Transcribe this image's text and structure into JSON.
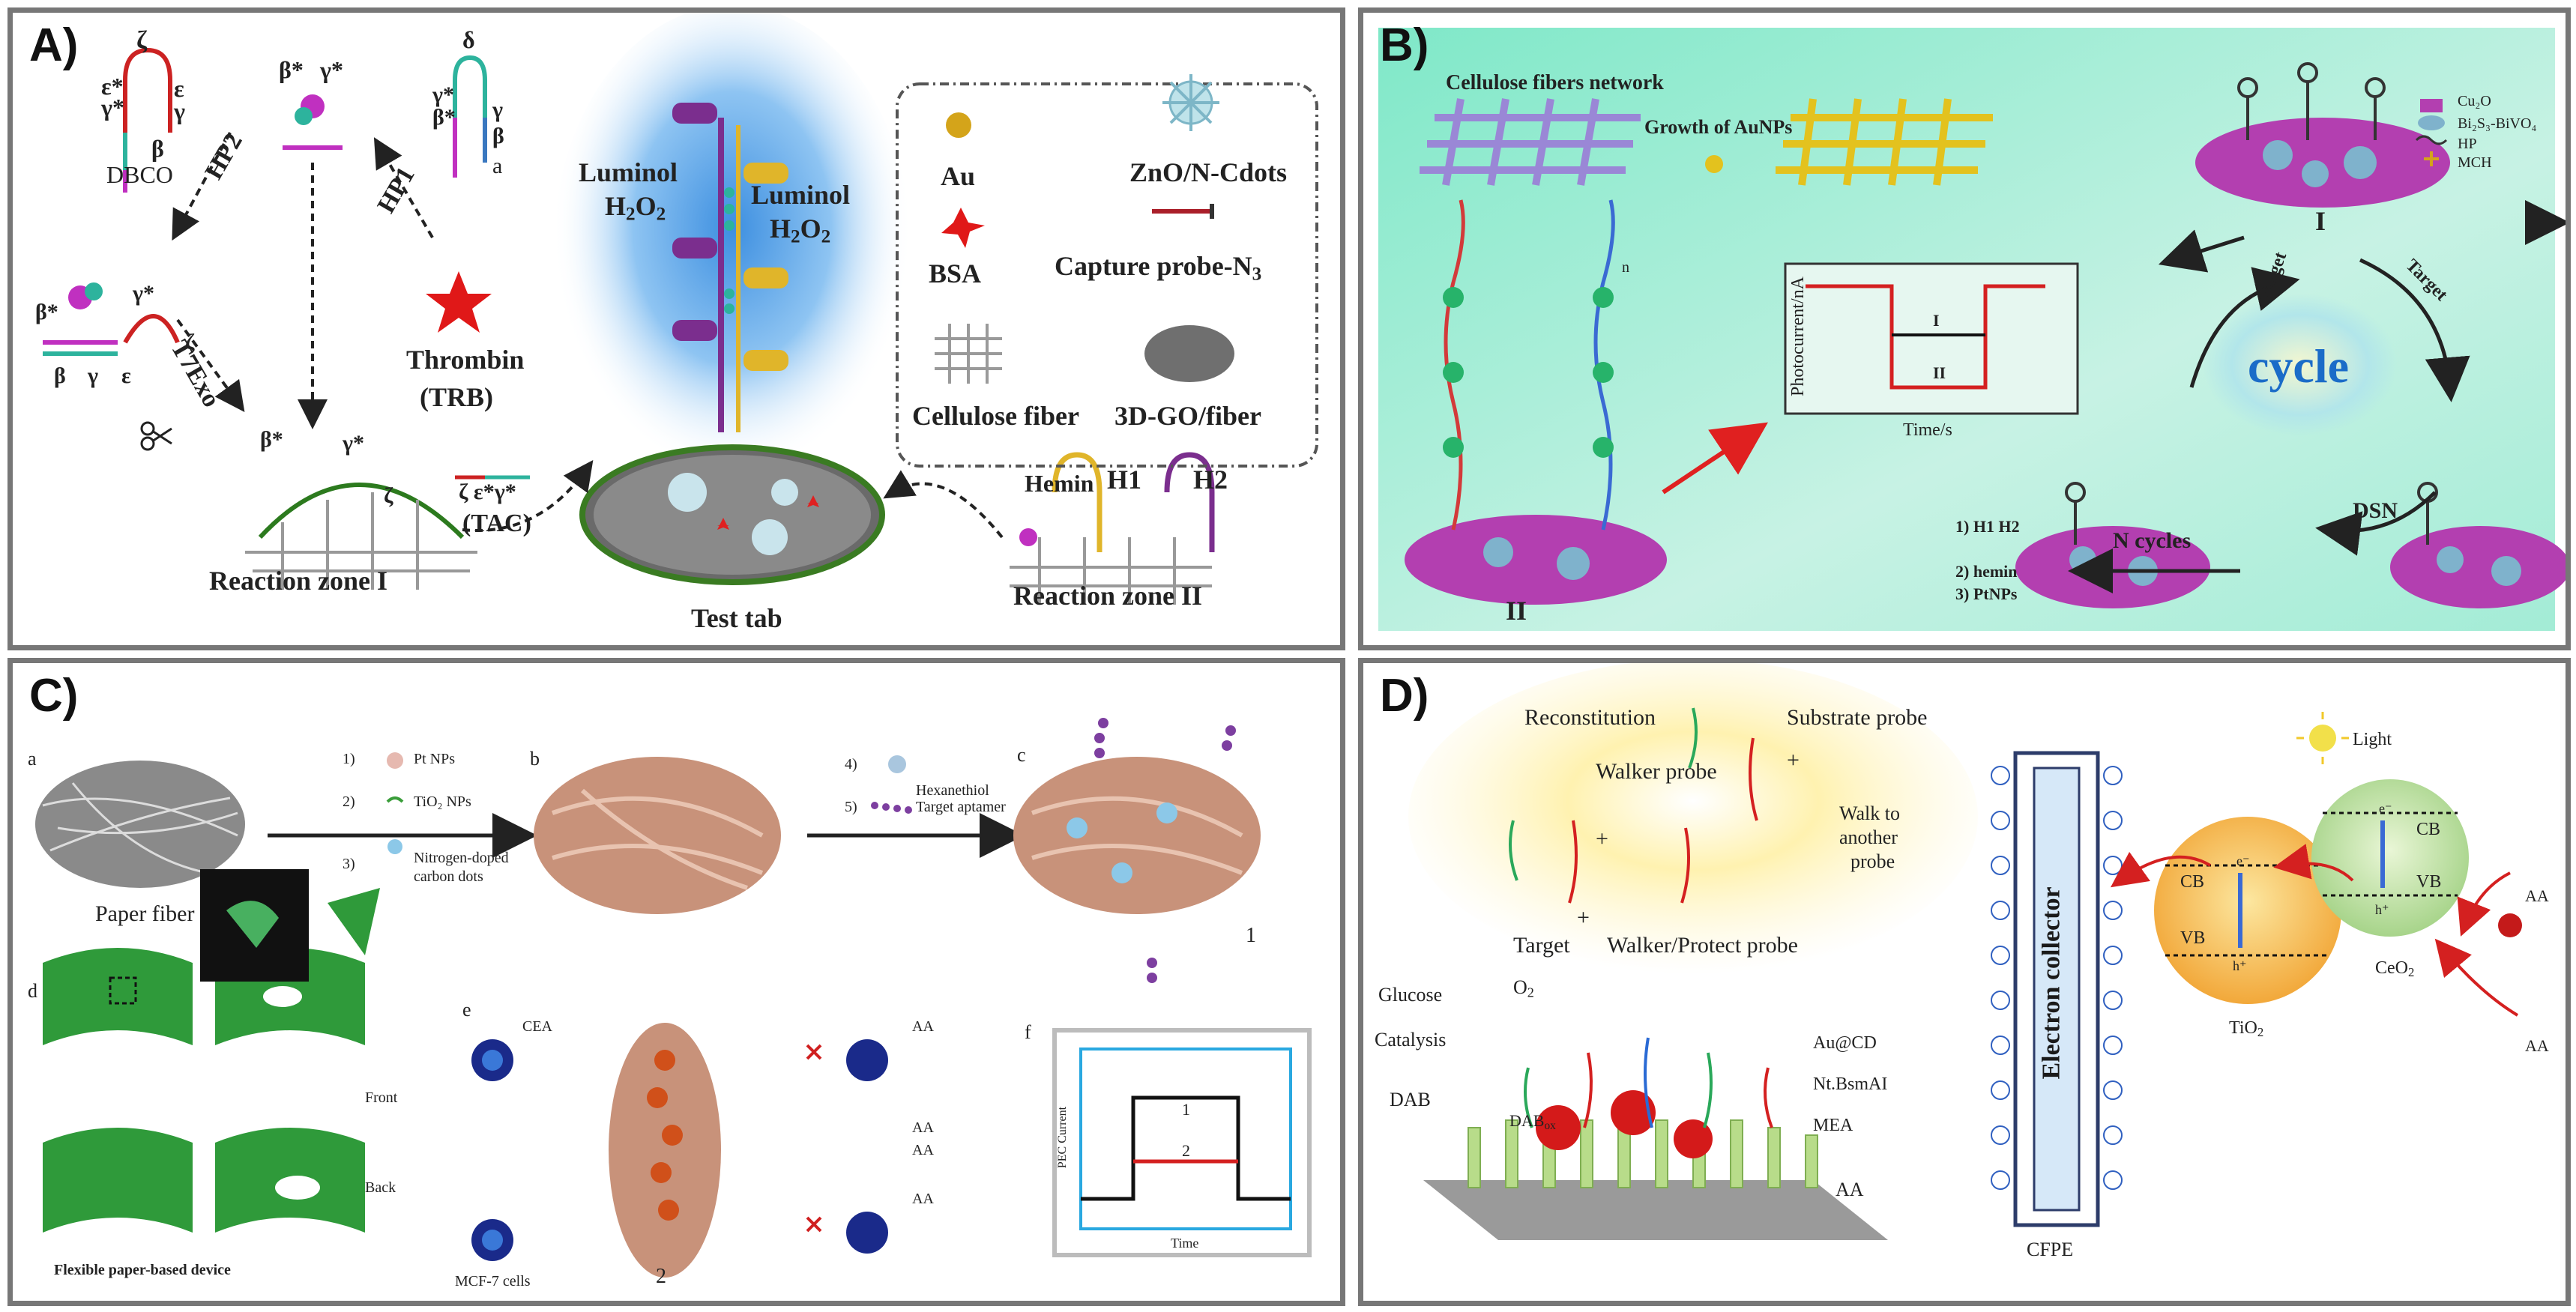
{
  "panels": {
    "a": {
      "label": "A)",
      "greek": {
        "zeta": "ζ",
        "epsilon": "ε",
        "gamma": "γ",
        "beta": "β",
        "delta": "δ",
        "a": "a"
      },
      "dbco": "DBCO",
      "beta_star": "β*",
      "gamma_star": "γ*",
      "eps_star": "ε*",
      "hp1": "HP1",
      "hp2": "HP2",
      "t7exo": "T7Exo",
      "thrombin": "Thrombin",
      "trb": "(TRB)",
      "tac_seq": "ζ ε*γ*",
      "tac": "(TAC)",
      "luminol": "Luminol",
      "h2o2": "H",
      "h2o2_sub": "2",
      "h2o2_o": "O",
      "h2o2_sub2": "2",
      "reaction_zone_1": "Reaction zone  I",
      "reaction_zone_2": "Reaction zone  II",
      "test_tab": "Test tab",
      "hemin": "Hemin",
      "h1": "H1",
      "h2": "H2",
      "legend": {
        "au": "Au",
        "zno": "ZnO/N-Cdots",
        "bsa": "BSA",
        "capture": "Capture probe-N",
        "capture_sub": "3",
        "cellulose": "Cellulose fiber",
        "go": "3D-GO/fiber"
      }
    },
    "b": {
      "label": "B)",
      "network": "Cellulose fibers network",
      "growth": "Growth of AuNPs",
      "legend": [
        "Cu₂O",
        "Bi₂S₃-BiVO₄",
        "HP",
        "MCH"
      ],
      "roman_1": "I",
      "roman_2": "II",
      "target": "Target",
      "cycle": "cycle",
      "dsn": "DSN",
      "n_cycles": "N cycles",
      "steps": [
        "1)",
        "H1",
        "H2",
        "2)",
        "hemin",
        "3)",
        "PtNPs"
      ],
      "ylabel": "Photocurrent/nA",
      "xlabel": "Time/s",
      "curve_labels": [
        "I",
        "II"
      ],
      "n_sub": "n"
    },
    "c": {
      "label": "C)",
      "sub_a": "a",
      "sub_b": "b",
      "sub_c": "c",
      "sub_d": "d",
      "sub_e": "e",
      "sub_f": "f",
      "paper_fiber": "Paper fiber",
      "steps_left": [
        "1)",
        "Pt NPs",
        "2)",
        "TiO₂ NPs",
        "3)",
        "Nitrogen-doped",
        "carbon dots"
      ],
      "steps_right": [
        "4)",
        "Hexanethiol",
        "5)",
        "Target aptamer"
      ],
      "num_1": "1",
      "num_2": "2",
      "front": "Front",
      "back": "Back",
      "device": "Flexible paper-based device",
      "cea": "CEA",
      "mcf7": "MCF-7 cells",
      "aa": "AA",
      "chart_ylabel": "PEC Current",
      "chart_xlabel": "Time",
      "chart_labels": [
        "1",
        "2"
      ]
    },
    "d": {
      "label": "D)",
      "reconstitution": "Reconstitution",
      "substrate_probe": "Substrate probe",
      "walker_probe": "Walker probe",
      "walk_to": "Walk to",
      "another": "another",
      "probe": "probe",
      "target": "Target",
      "walker_protect": "Walker/Protect probe",
      "plus": "+",
      "glucose": "Glucose",
      "o2": "O",
      "o2_sub": "2",
      "catalysis": "Catalysis",
      "dab": "DAB",
      "dab_ox": "ox",
      "au_cd": "Au@CD",
      "nt": "Nt.BsmAI",
      "mea": "MEA",
      "aa": "AA",
      "electron_collector": "Electron collector",
      "cfpe": "CFPE",
      "light": "Light",
      "cb": "CB",
      "vb": "VB",
      "tio2": "TiO",
      "tio2_sub": "2",
      "ceo2": "CeO",
      "ceo2_sub": "2",
      "e_minus": "e⁻",
      "h_plus": "h⁺"
    }
  }
}
